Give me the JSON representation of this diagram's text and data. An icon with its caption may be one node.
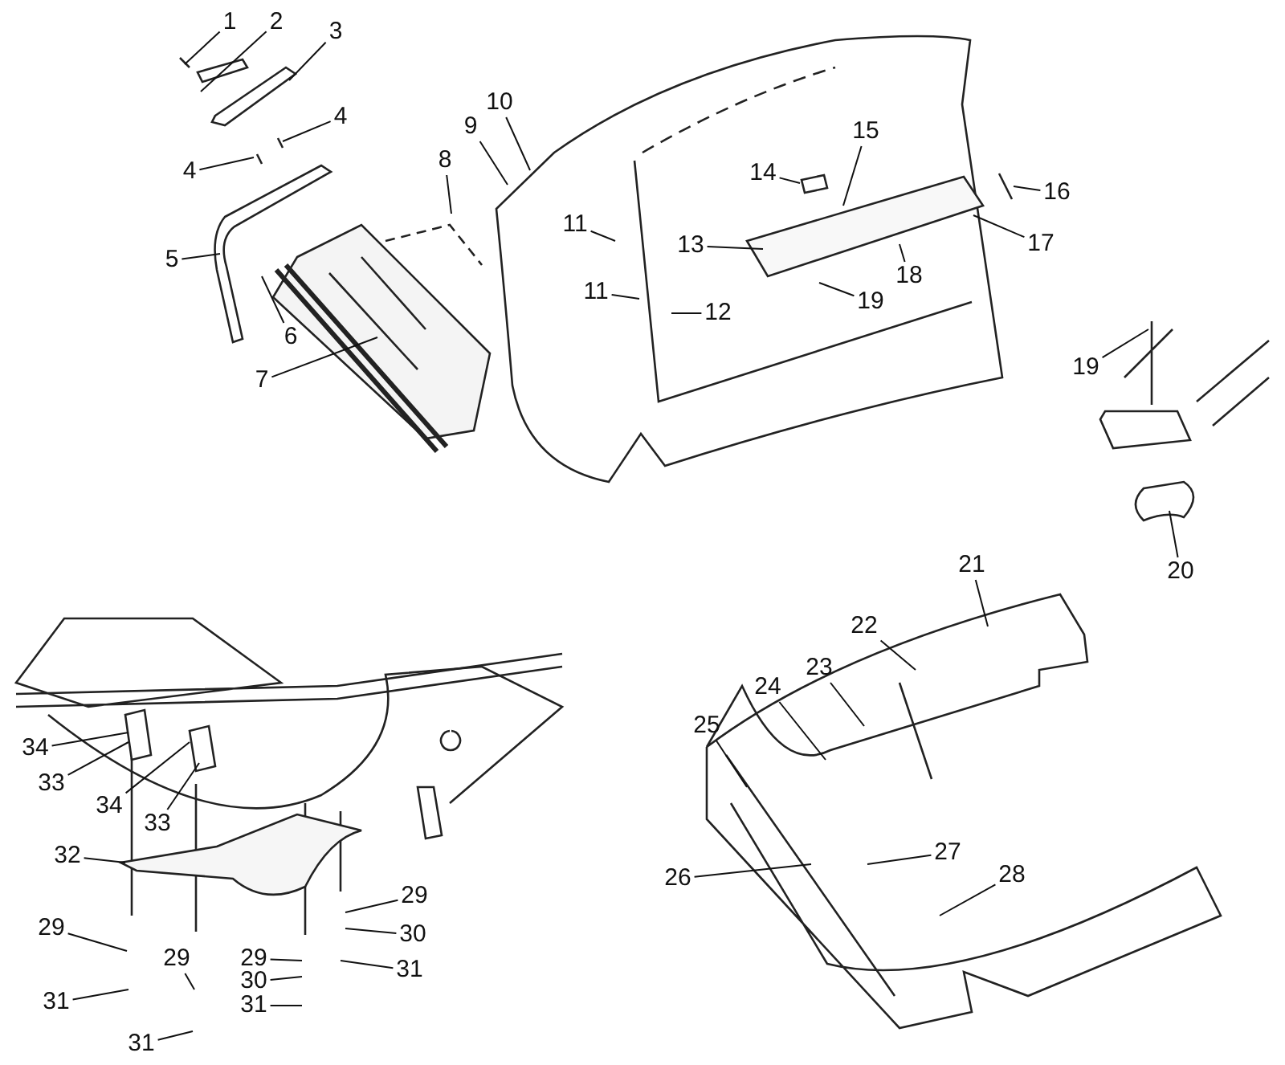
{
  "diagram": {
    "nodes": [
      {
        "text": [
          "1"
        ]
      },
      {
        "text": [
          "2"
        ]
      },
      {
        "text": [
          "3"
        ]
      },
      {
        "text": [
          "4"
        ]
      },
      {
        "text": [
          "4"
        ]
      },
      {
        "text": [
          "5"
        ]
      },
      {
        "text": [
          "6"
        ]
      },
      {
        "text": [
          "7"
        ]
      },
      {
        "text": [
          "8"
        ]
      },
      {
        "text": [
          "9"
        ]
      },
      {
        "text": [
          "10"
        ]
      },
      {
        "text": [
          "11"
        ]
      },
      {
        "text": [
          "11"
        ]
      },
      {
        "text": [
          "12"
        ]
      },
      {
        "text": [
          "13"
        ]
      },
      {
        "text": [
          "14"
        ]
      },
      {
        "text": [
          "15"
        ]
      },
      {
        "text": [
          "16"
        ]
      },
      {
        "text": [
          "17"
        ]
      },
      {
        "text": [
          "18"
        ]
      },
      {
        "text": [
          "19"
        ]
      },
      {
        "text": [
          "19"
        ]
      },
      {
        "text": [
          "20"
        ]
      },
      {
        "text": [
          "21"
        ]
      },
      {
        "text": [
          "22"
        ]
      },
      {
        "text": [
          "23"
        ]
      },
      {
        "text": [
          "24"
        ]
      },
      {
        "text": [
          "25"
        ]
      },
      {
        "text": [
          "26"
        ]
      },
      {
        "text": [
          "27"
        ]
      },
      {
        "text": [
          "28"
        ]
      },
      {
        "text": [
          "34"
        ]
      },
      {
        "text": [
          "33"
        ]
      },
      {
        "text": [
          "34"
        ]
      },
      {
        "text": [
          "33"
        ]
      },
      {
        "text": [
          "32"
        ]
      },
      {
        "text": [
          "29"
        ]
      },
      {
        "text": [
          "31"
        ]
      },
      {
        "text": [
          "29"
        ]
      },
      {
        "text": [
          "31"
        ]
      },
      {
        "text": [
          "29"
        ]
      },
      {
        "text": [
          "30"
        ]
      },
      {
        "text": [
          "31"
        ]
      },
      {
        "text": [
          "29"
        ]
      },
      {
        "text": [
          "30"
        ]
      },
      {
        "text": [
          "31"
        ]
      }
    ],
    "edges": [
      {
        "from": 0,
        "to": null,
        "arrow": "none"
      },
      {
        "from": 1,
        "to": null,
        "arrow": "none"
      },
      {
        "from": 2,
        "to": null,
        "arrow": "none"
      },
      {
        "from": 3,
        "to": null,
        "arrow": "none"
      },
      {
        "from": 4,
        "to": null,
        "arrow": "none"
      },
      {
        "from": 5,
        "to": null,
        "arrow": "none"
      },
      {
        "from": 6,
        "to": null,
        "arrow": "none"
      },
      {
        "from": 7,
        "to": null,
        "arrow": "none"
      },
      {
        "from": 8,
        "to": null,
        "arrow": "none"
      },
      {
        "from": 9,
        "to": null,
        "arrow": "none"
      },
      {
        "from": 10,
        "to": null,
        "arrow": "none"
      },
      {
        "from": 11,
        "to": null,
        "arrow": "none"
      },
      {
        "from": 12,
        "to": null,
        "arrow": "none"
      },
      {
        "from": 13,
        "to": null,
        "arrow": "none"
      },
      {
        "from": 14,
        "to": null,
        "arrow": "none"
      },
      {
        "from": 15,
        "to": null,
        "arrow": "none"
      },
      {
        "from": 16,
        "to": null,
        "arrow": "none"
      },
      {
        "from": 17,
        "to": null,
        "arrow": "none"
      },
      {
        "from": 18,
        "to": null,
        "arrow": "none"
      },
      {
        "from": 19,
        "to": null,
        "arrow": "none"
      },
      {
        "from": 20,
        "to": null,
        "arrow": "none"
      },
      {
        "from": 21,
        "to": null,
        "arrow": "none"
      },
      {
        "from": 22,
        "to": null,
        "arrow": "none"
      },
      {
        "from": 23,
        "to": null,
        "arrow": "none"
      },
      {
        "from": 24,
        "to": null,
        "arrow": "none"
      },
      {
        "from": 25,
        "to": null,
        "arrow": "none"
      },
      {
        "from": 26,
        "to": null,
        "arrow": "none"
      },
      {
        "from": 27,
        "to": null,
        "arrow": "none"
      },
      {
        "from": 28,
        "to": null,
        "arrow": "none"
      },
      {
        "from": 29,
        "to": null,
        "arrow": "none"
      },
      {
        "from": 30,
        "to": null,
        "arrow": "none"
      },
      {
        "from": 31,
        "to": null,
        "arrow": "none"
      },
      {
        "from": 32,
        "to": null,
        "arrow": "none"
      },
      {
        "from": 33,
        "to": null,
        "arrow": "none"
      },
      {
        "from": 34,
        "to": null,
        "arrow": "none"
      },
      {
        "from": 35,
        "to": null,
        "arrow": "none"
      },
      {
        "from": 36,
        "to": null,
        "arrow": "none"
      },
      {
        "from": 37,
        "to": null,
        "arrow": "none"
      },
      {
        "from": 38,
        "to": null,
        "arrow": "none"
      },
      {
        "from": 39,
        "to": null,
        "arrow": "none"
      },
      {
        "from": 40,
        "to": null,
        "arrow": "none"
      },
      {
        "from": 41,
        "to": null,
        "arrow": "none"
      },
      {
        "from": 42,
        "to": null,
        "arrow": "none"
      },
      {
        "from": 43,
        "to": null,
        "arrow": "none"
      },
      {
        "from": 44,
        "to": null,
        "arrow": "none"
      },
      {
        "from": 45,
        "to": null,
        "arrow": "none"
      }
    ]
  }
}
